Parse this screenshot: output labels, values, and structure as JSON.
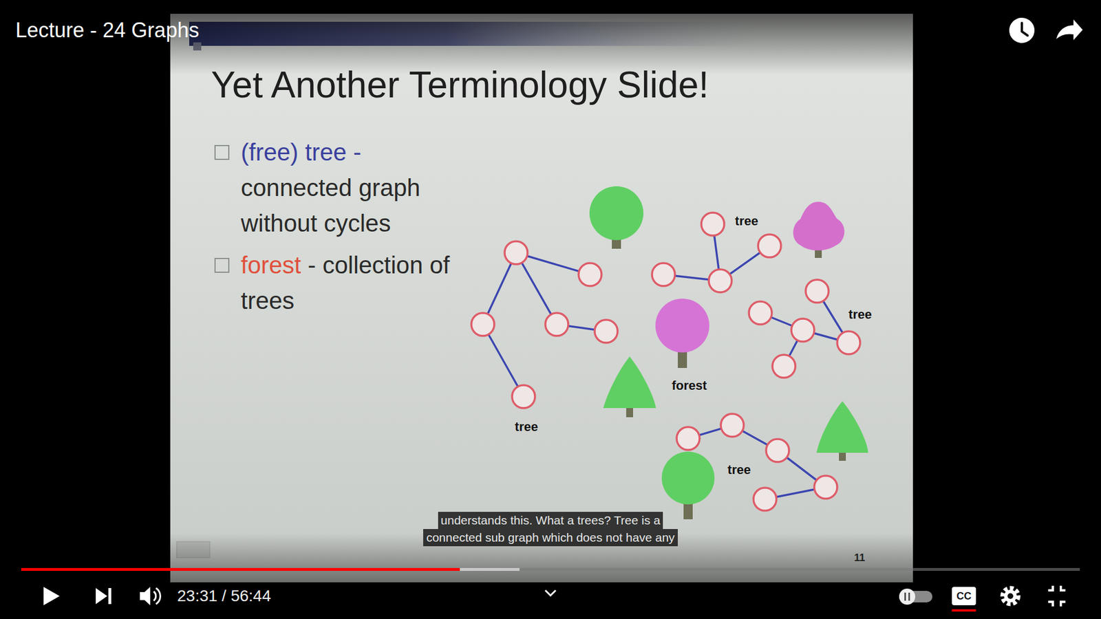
{
  "diagram": {
    "title": "Yet Another Terminology Slide!",
    "labels": [
      "Lecture - 24 Graphs",
      "(free) tree -",
      "connected graph without cycles",
      "forest",
      "- collection of trees",
      "tree",
      "tree",
      "tree",
      "forest",
      "tree",
      "11",
      "understands this. What a trees? Tree is a",
      "connected sub graph which does not have any",
      "23:31 / 56:44",
      "CC"
    ]
  }
}
